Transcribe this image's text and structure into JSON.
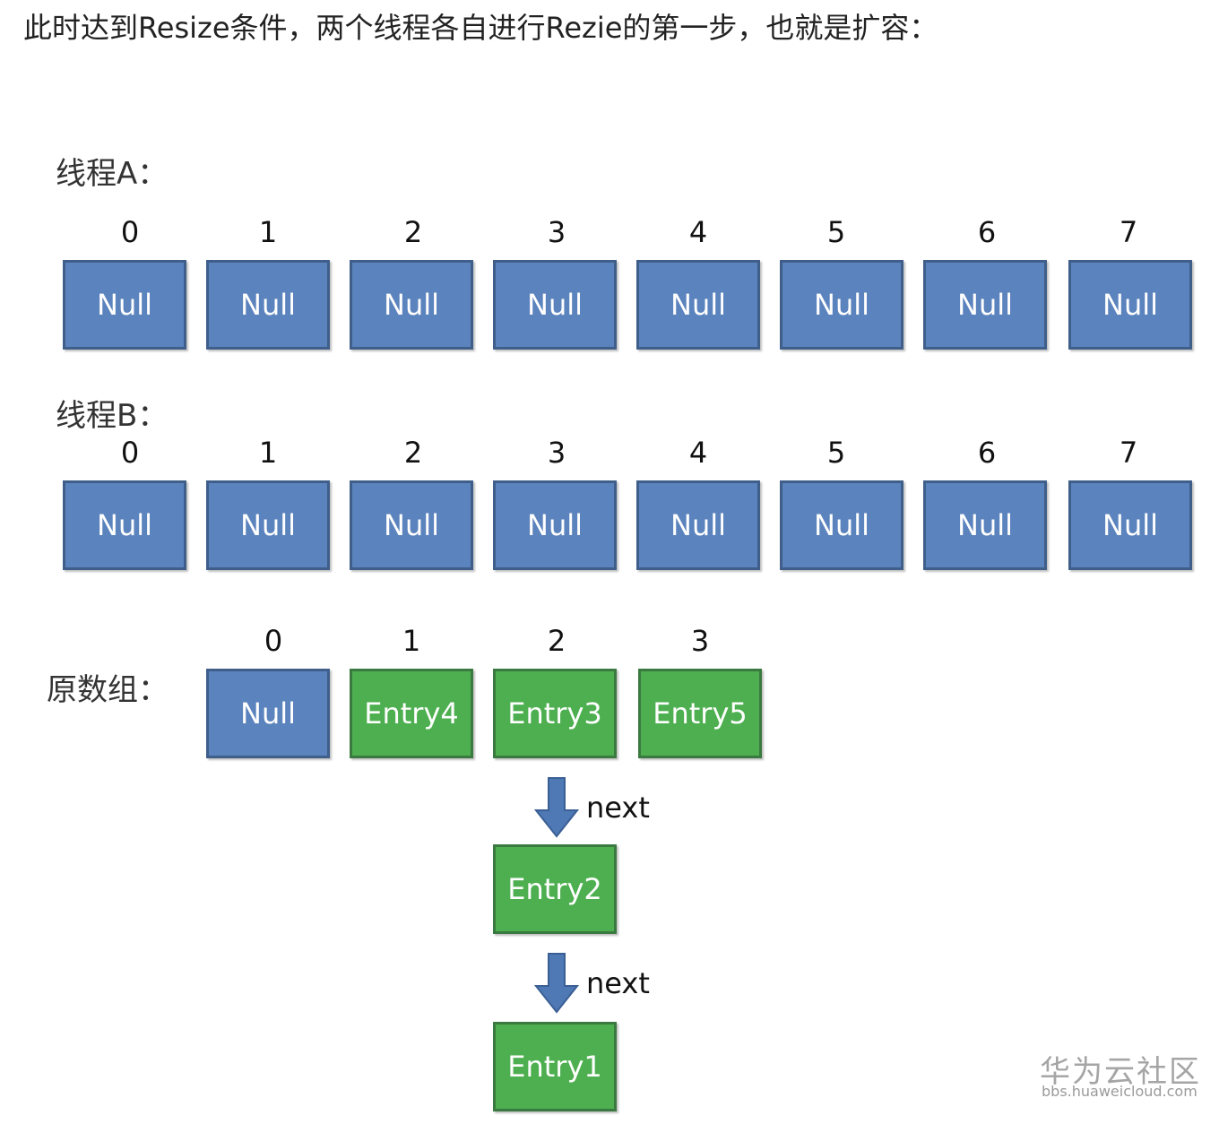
{
  "intro_text": "此时达到Resize条件，两个线程各自进行Rezie的第一步，也就是扩容：",
  "thread_a": {
    "label": "线程A：",
    "indices": [
      "0",
      "1",
      "2",
      "3",
      "4",
      "5",
      "6",
      "7"
    ],
    "cells": [
      "Null",
      "Null",
      "Null",
      "Null",
      "Null",
      "Null",
      "Null",
      "Null"
    ]
  },
  "thread_b": {
    "label": "线程B：",
    "indices": [
      "0",
      "1",
      "2",
      "3",
      "4",
      "5",
      "6",
      "7"
    ],
    "cells": [
      "Null",
      "Null",
      "Null",
      "Null",
      "Null",
      "Null",
      "Null",
      "Null"
    ]
  },
  "original": {
    "label": "原数组：",
    "indices": [
      "0",
      "1",
      "2",
      "3"
    ],
    "cells": [
      "Null",
      "Entry4",
      "Entry3",
      "Entry5"
    ]
  },
  "chain": {
    "next_labels": [
      "next",
      "next"
    ],
    "nodes": [
      "Entry2",
      "Entry1"
    ]
  },
  "colors": {
    "null_cell": "#5b83bd",
    "entry_cell": "#4daf4f",
    "arrow": "#4f79b5"
  },
  "watermark": {
    "main": "华为云社区",
    "sub": "bbs.huaweicloud.com"
  }
}
